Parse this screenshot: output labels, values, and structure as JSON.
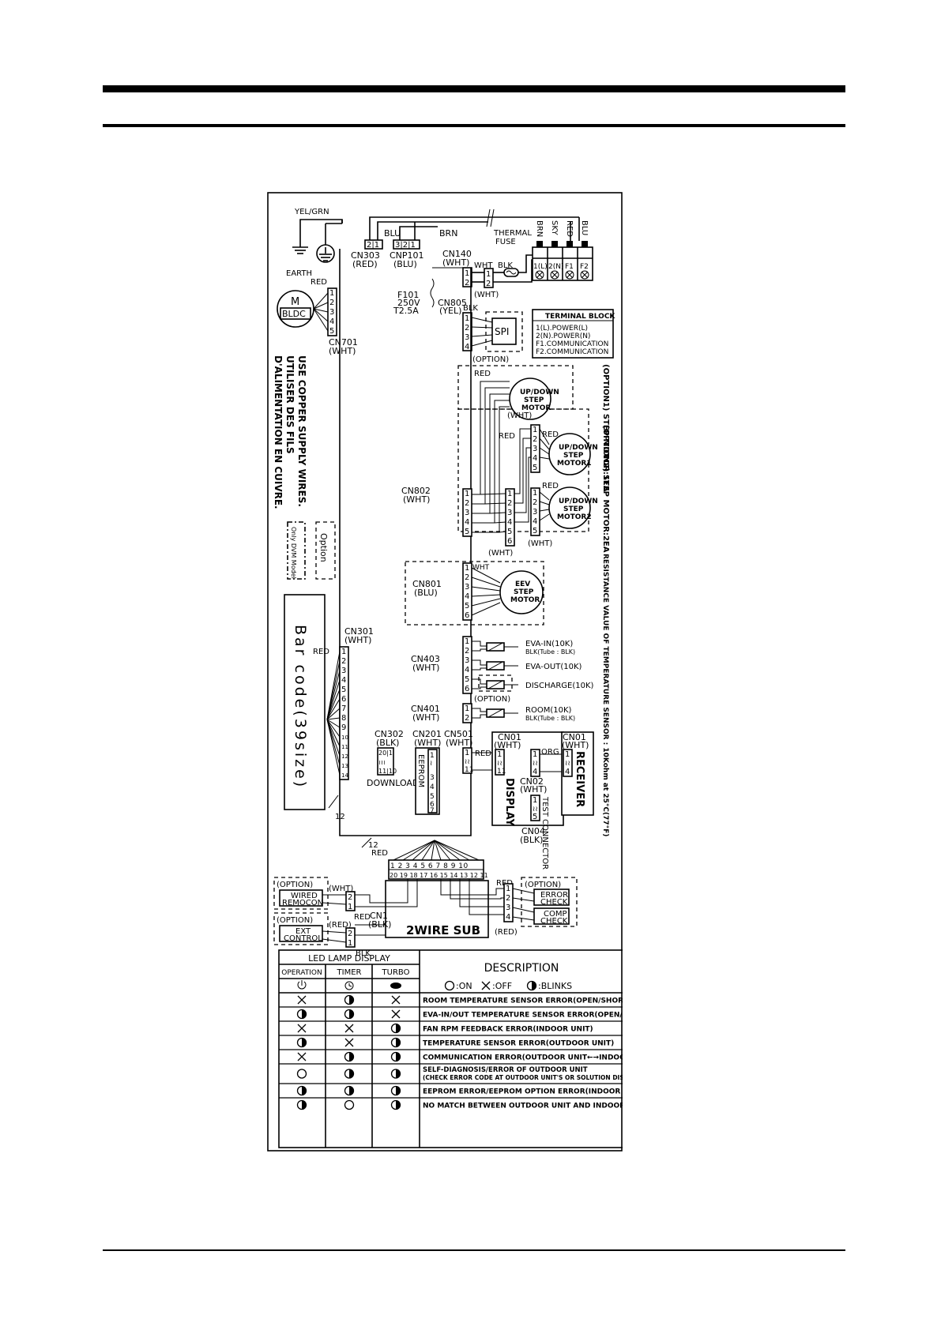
{
  "labels": {
    "earth": "EARTH",
    "yel_grn": "YEL/GRN",
    "blu": "BLU",
    "brn": "BRN",
    "thermal_fuse": "THERMAL",
    "thermal_fuse2": "FUSE",
    "cn303": "CN303",
    "cn303_c": "(RED)",
    "cnp101": "CNP101",
    "cnp101_c": "(BLU)",
    "cn140": "CN140",
    "cn140_c": "(WHT)",
    "wht": "WHT",
    "blk": "BLK",
    "wht_p": "(WHT)",
    "f101": "F101",
    "f101_v": "250V",
    "f101_a": "T2.5A",
    "cn805": "CN805",
    "cn805_c": "(YEL)",
    "blk2": "BLK",
    "spi": "SPI",
    "option": "(OPTION)",
    "red": "RED",
    "m": "M",
    "bldc": "BLDC",
    "cn701": "CN701",
    "cn701_c": "(WHT)",
    "tb_title": "TERMINAL BLOCK",
    "tb1": "1(L).POWER(L)",
    "tb2": "2(N).POWER(N)",
    "tb3": "F1.COMMUNICATION",
    "tb4": "F2.COMMUNICATION",
    "wire_brn": "BRN",
    "wire_sky": "SKY",
    "wire_red": "RED",
    "wire_blu": "BLU",
    "term_1": "1(L)",
    "term_2": "2(N)",
    "term_3": "F1",
    "term_4": "F2",
    "copper1": "USE COPPER SUPPLY WIRES.",
    "copper2": "UTILISER DES FILS",
    "copper3": "D'ALIMENTATION EN CUIVRE.",
    "only_dvm": "Only DVM Model",
    "legend_option": "Option",
    "barcode": "Bar code(39size)",
    "step_motor": "UP/DOWN",
    "step_motor2": "STEP",
    "step_motor3": "MOTOR",
    "step_motor1_3": "MOTOR1",
    "step_motor2_3": "MOTOR2",
    "option1": "(OPTION1) STEP MOTOR:1EA",
    "option2": "(OPTION2) STEP MOTOR:2EA",
    "cn802": "CN802",
    "cn802_c": "(WHT)",
    "cn801": "CN801",
    "cn801_c": "(BLU)",
    "eev1": "EEV",
    "eev2": "STEP",
    "eev3": "MOTOR",
    "cn301": "CN301",
    "cn301_c": "(WHT)",
    "cn403": "CN403",
    "cn403_c": "(WHT)",
    "eva_in": "EVA-IN(10K)",
    "eva_in_s": "BLK(Tube : BLK)",
    "eva_out": "EVA-OUT(10K)",
    "discharge": "DISCHARGE(10K)",
    "cn401": "CN401",
    "cn401_c": "(WHT)",
    "room": "ROOM(10K)",
    "room_s": "BLK(Tube : BLK)",
    "resistance": "RESISTANCE VALUE OF TEMPERATURE SENSOR : 10Kohm at 25°C(77°F)",
    "cn302": "CN302",
    "cn302_c": "(BLK)",
    "download": "DOWNLOAD",
    "cn201": "CN201",
    "cn201_c": "(WHT)",
    "eeprom": "EEPROM",
    "cn501": "CN501",
    "cn501_c": "(WHT)",
    "cn01": "CN01",
    "cn01_c": "(WHT)",
    "org": "ORG",
    "cn02": "CN02",
    "cn02_c": "(WHT)",
    "cn04": "CN04",
    "cn04_c": "(BLK)",
    "display": "DISPLAY",
    "test_connector": "TEST CONNECTOR",
    "rcv_cn01": "CN01",
    "rcv_cn01_c": "(WHT)",
    "receiver": "RECEIVER",
    "n12a": "12",
    "n12b": "12",
    "wired_remocon1": "WIRED",
    "wired_remocon2": "REMOCON",
    "ext_control1": "EXT",
    "ext_control2": "CONTROL",
    "cn1": "CN1",
    "cn1_c": "(BLK)",
    "red_p": "(RED)",
    "red_p2": "(RED)",
    "error_check1": "ERROR",
    "error_check2": "CHECK",
    "comp_check1": "COMP",
    "comp_check2": "CHECK",
    "twowire": "2WIRE SUB",
    "sub_top": "1 2 3 4 5 6 7 8 9 10",
    "sub_bot": "20 19 18 17 16 15 14 13 12 11"
  },
  "led_table": {
    "title": "LED LAMP DISPLAY",
    "headers": [
      "OPERATION",
      "TIMER",
      "TURBO"
    ],
    "icons": [
      "power-icon",
      "clock-icon",
      "turbo-icon"
    ],
    "description": "DESCRIPTION",
    "legend": [
      {
        "sym": "on",
        "label": ":ON"
      },
      {
        "sym": "off",
        "label": ":OFF"
      },
      {
        "sym": "blink",
        "label": ":BLINKS"
      }
    ],
    "rows": [
      {
        "s": [
          "off",
          "blink",
          "off"
        ],
        "desc": "ROOM TEMPERATURE SENSOR ERROR(OPEN/SHORT)"
      },
      {
        "s": [
          "blink",
          "blink",
          "off"
        ],
        "desc": "EVA-IN/OUT TEMPERATURE SENSOR ERROR(OPEN/SHORT)"
      },
      {
        "s": [
          "off",
          "off",
          "blink"
        ],
        "desc": "FAN RPM FEEDBACK ERROR(INDOOR UNIT)"
      },
      {
        "s": [
          "blink",
          "off",
          "blink"
        ],
        "desc": "TEMPERATURE SENSOR ERROR(OUTDOOR UNIT)"
      },
      {
        "s": [
          "off",
          "blink",
          "blink"
        ],
        "desc": "COMMUNICATION ERROR(OUTDOOR UNIT←→INDOOR UNIT)"
      },
      {
        "s": [
          "on",
          "blink",
          "blink"
        ],
        "desc": "SELF-DIAGNOSIS/ERROR OF OUTDOOR UNIT",
        "desc2": "(CHECK ERROR CODE AT OUTDOOR UNIT'S OR SOLUTION DISPLAY)"
      },
      {
        "s": [
          "blink",
          "blink",
          "blink"
        ],
        "desc": "EEPROM ERROR/EEPROM OPTION ERROR(INDOOR UNIT)"
      },
      {
        "s": [
          "blink",
          "on",
          "blink"
        ],
        "desc": "NO MATCH BETWEEN OUTDOOR UNIT AND INDOOR UNIT"
      }
    ]
  }
}
